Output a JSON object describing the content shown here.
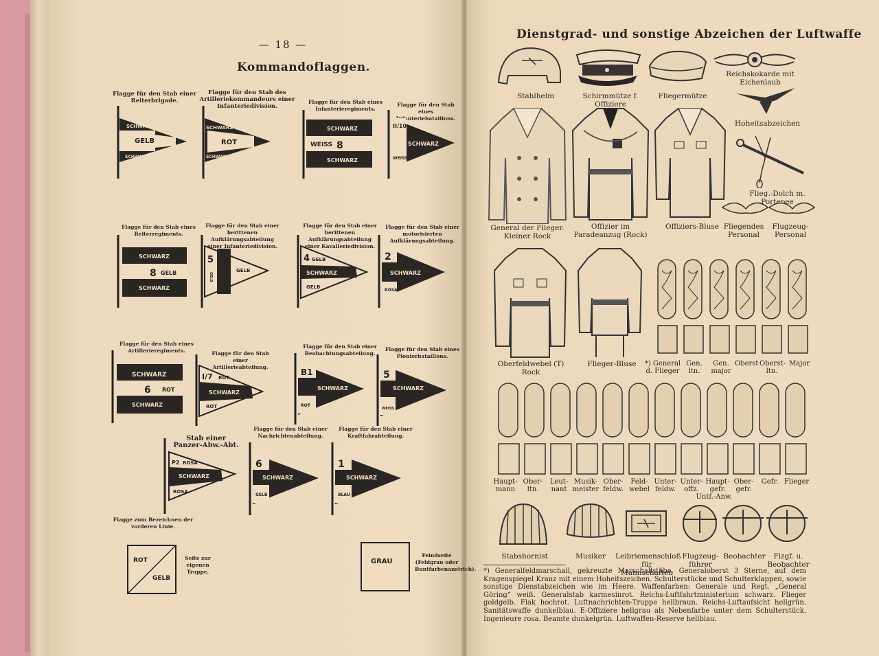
{
  "left_page": {
    "page_number": "— 18 —",
    "title": "Kommandoflaggen.",
    "flags": [
      {
        "caption": "Flagge für den Stab einer Reiterbrigade.",
        "labels": [
          "SCHWARZ",
          "GELB",
          "SCHWARZ"
        ]
      },
      {
        "caption": "Flagge für den Stab des Artilleriekommandeurs einer Infanteriedivision.",
        "labels": [
          "SCHWARZ",
          "ROT",
          "SCHWARZ"
        ]
      },
      {
        "caption": "Flagge für den Stab eines Infanterieregiments.",
        "labels": [
          "SCHWARZ",
          "WEISS",
          "8",
          "SCHWARZ"
        ]
      },
      {
        "caption": "Flagge für den Stab eines Infanteriebataillons.",
        "labels": [
          "II/10",
          "SCHWARZ",
          "WEISS"
        ]
      },
      {
        "caption": "Flagge für den Stab eines Reiterregiments.",
        "labels": [
          "SCHWARZ",
          "8",
          "GELB",
          "SCHWARZ"
        ]
      },
      {
        "caption": "Flagge für den Stab einer berittenen Aufklärungsabteilung einer Infanteriedivision.",
        "labels": [
          "5",
          "GELB",
          "GELB"
        ]
      },
      {
        "caption": "Flagge für den Stab einer berittenen Aufklärungsabteilung einer Kavalleriedivision.",
        "labels": [
          "4",
          "GELB",
          "SCHWARZ",
          "GELB"
        ]
      },
      {
        "caption": "Flagge für den Stab einer motorisierten Aufklärungsabteilung.",
        "labels": [
          "2",
          "SCHWARZ",
          "ROSA"
        ]
      },
      {
        "caption": "Flagge für den Stab eines Artillerieregiments.",
        "labels": [
          "SCHWARZ",
          "6",
          "ROT",
          "SCHWARZ"
        ]
      },
      {
        "caption": "Flagge für den Stab einer Artillerieabteilung.",
        "labels": [
          "I/7",
          "ROT",
          "SCHWARZ",
          "ROT"
        ]
      },
      {
        "caption": "Flagge für den Stab einer Beobachtungsabteilung.",
        "labels": [
          "B1",
          "SCHWARZ",
          "ROT"
        ]
      },
      {
        "caption": "Flagge für den Stab eines Pionierbataillons.",
        "labels": [
          "5",
          "SCHWARZ",
          "WEISS"
        ]
      },
      {
        "caption": "Stab einer Panzer-Abw.-Abt.",
        "labels": [
          "P2",
          "ROSA",
          "SCHWARZ",
          "ROSA"
        ]
      },
      {
        "caption": "Flagge für den Stab einer Nachrichtenabteilung.",
        "labels": [
          "6",
          "SCHWARZ",
          "GELB"
        ]
      },
      {
        "caption": "Flagge für den Stab einer Kraftfahrabteilung.",
        "labels": [
          "1",
          "SCHWARZ",
          "BLAU"
        ]
      }
    ],
    "front_line_caption": "Flagge zum Bezeichnen der vorderen Linie.",
    "own_side": {
      "labels": [
        "ROT",
        "GELB"
      ],
      "caption": "Seite zur eigenen Truppe."
    },
    "enemy_side": {
      "label": "GRAU",
      "caption": "Feindseite (Feldgrau oder Buntfarbenanstrich)."
    }
  },
  "right_page": {
    "title": "Dienstgrad- und sonstige Abzeichen der Luftwaffe",
    "headwear": [
      "Stahlhelm",
      "Schirmmütze f. Offiziere",
      "Fliegermütze"
    ],
    "reichskokarde": "Reichskokarde mit Eichenlaub",
    "hoheitsabzeichen": "Hoheitsabzeichen",
    "dolch": "Flieg.-Dolch m. Portepee",
    "uniforms_row1": [
      "General der Flieger. Kleiner Rock",
      "Offizier im Paradeanzug (Rock)",
      "Offiziers-Bluse"
    ],
    "personal": [
      "Fliegendes Personal",
      "Flugzeug-Personal"
    ],
    "uniforms_row2": [
      "Oberfeldwebel (T) Rock",
      "Flieger-Bluse"
    ],
    "officer_ranks": [
      "*) General d. Flieger",
      "Gen. ltn.",
      "Gen. major",
      "Oberst",
      "Oberst- ltn.",
      "Major"
    ],
    "nco_ranks": [
      "Haupt- mann",
      "Ober- ltn.",
      "Leut- nant",
      "Musik- meister",
      "Ober- feldw.",
      "Feld- webel",
      "Unter- feldw.",
      "Unter- offz.",
      "Haupt- gefr.",
      "Ober- gefr.",
      "Gefr.",
      "Flieger"
    ],
    "unt_anw": "Untf.-Anw.",
    "bottom_items": [
      "Stabshornist",
      "Musiker",
      "Leibriemenschloß für Mannschaften",
      "Flugzeug- führer",
      "Beobachter",
      "Flzgf. u. Beobachter"
    ],
    "footnote": "*) Generalfeldmarschall, gekreuzte Marschallstäbe. Generaloberst 3 Sterne, auf dem Kragenspiegel Kranz mit einem Hoheitszeichen. Schulterstücke und Schulterklappen, sowie sonstige Dienstabzeichen wie im Heere. Waffenfarben: Generale und Regt. „General Göring“ weiß. Generalstab karmesinrot. Reichs-Luftfahrtministerium schwarz. Flieger goldgelb. Flak hochrot. Luftnachrichten-Truppe hellbraun. Reichs-Luftaufsicht hellgrün. Sanitätswaffe dunkelblau. E-Offiziere hellgrau als Nebenfarbe unter dem Schulterstück. Ingenieure rosa. Beamte dunkelgrün. Luftwaffen-Reserve hellblau."
  }
}
